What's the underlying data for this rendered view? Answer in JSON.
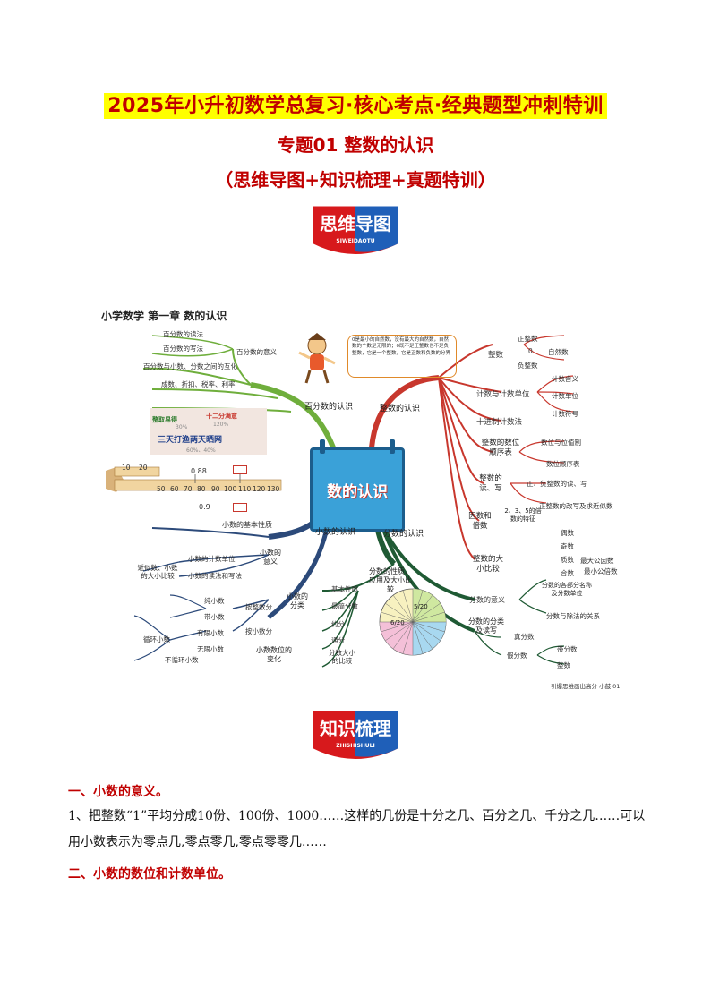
{
  "header": {
    "title": "2025年小升初数学总复习·核心考点·经典题型冲刺特训",
    "subtitle": "专题01  整数的认识",
    "subtitle2": "（思维导图+知识梳理+真题特训）"
  },
  "badges": {
    "mindmap_cn": "思维导图",
    "mindmap_en": "SIWEIDAOTU",
    "summary_cn": "知识梳理",
    "summary_en": "ZHISHISHULI"
  },
  "mindmap": {
    "title": "小学数学   第一章   数的认识",
    "center": "数的认识",
    "bubble": "0是最小的自然数，没有最大的自然数，自然数的个数是无限的；0既不是正整数也不是负整数，它是一个整数，它是正数和负数的分界",
    "promo": [
      "整取易得",
      "十二分满意",
      "30%",
      "120%",
      "三天打渔两天晒网",
      "60%、40%"
    ],
    "ruler": [
      "0.88",
      "0.9",
      "10",
      "20",
      "50",
      "60",
      "70",
      "80",
      "90",
      "100",
      "110",
      "120",
      "130"
    ],
    "branches": {
      "percent": "百分数的认识",
      "integer": "整数的认识",
      "decimal": "小数的认识",
      "fraction": "分数的认识"
    },
    "percent_items": [
      "百分数的读法",
      "百分数的写法",
      "百分数的意义",
      "百分数与小数、分数之间的互化",
      "成数、折扣、税率、利率"
    ],
    "integer_items": [
      "整数",
      "正整数",
      "0",
      "负整数",
      "自然数",
      "计数与计数单位",
      "计数含义",
      "计数单位",
      "计数符号",
      "十进制计数法",
      "整数的数位顺序表",
      "数位与位值制",
      "数位顺序表",
      "整数的读、写",
      "正、负整数的读、写",
      "正整数的改写及求近似数",
      "因数和倍数",
      "2、3、5的倍数的特征",
      "偶数",
      "奇数",
      "质数",
      "合数",
      "最大公因数",
      "最小公倍数",
      "整数的大小比较"
    ],
    "decimal_items": [
      "小数的基本性质",
      "小数的意义",
      "小数的计数单位",
      "小数的读法和写法",
      "近似数、小数的大小比较",
      "小数的分类",
      "按整数分",
      "纯小数",
      "带小数",
      "按小数分",
      "有限小数",
      "无限小数",
      "循环小数",
      "不循环小数",
      "小数数位的变化"
    ],
    "fraction_items": [
      "分数的性质、应用及大小比较",
      "基本性质",
      "最简分数",
      "约分",
      "通分",
      "分数大小的比较",
      "分数的意义",
      "分数的各部分名称及分数单位",
      "分数与除法的关系",
      "分数的分类及读写",
      "真分数",
      "假分数",
      "带分数",
      "整数"
    ],
    "pie_labels": [
      "5/20",
      "6/20"
    ],
    "credit": "引爆思维画出高分  小鼓  01"
  },
  "sections": [
    {
      "heading": "一、小数的意义。",
      "paragraph": "1、把整数“1”平均分成10份、100份、1000……这样的几份是十分之几、百分之几、千分之几……可以用小数表示为零点几,零点零几,零点零零几……"
    },
    {
      "heading": "二、小数的数位和计数单位。"
    }
  ],
  "colors": {
    "title_red": "#c00000",
    "highlight_yellow": "#ffff00",
    "badge_red": "#d7191c",
    "badge_blue": "#1f5fb8",
    "green_branch": "#6fae3c",
    "red_branch": "#c8372d",
    "blue_branch": "#2c4a7a",
    "dark_green_branch": "#1f5a34"
  }
}
